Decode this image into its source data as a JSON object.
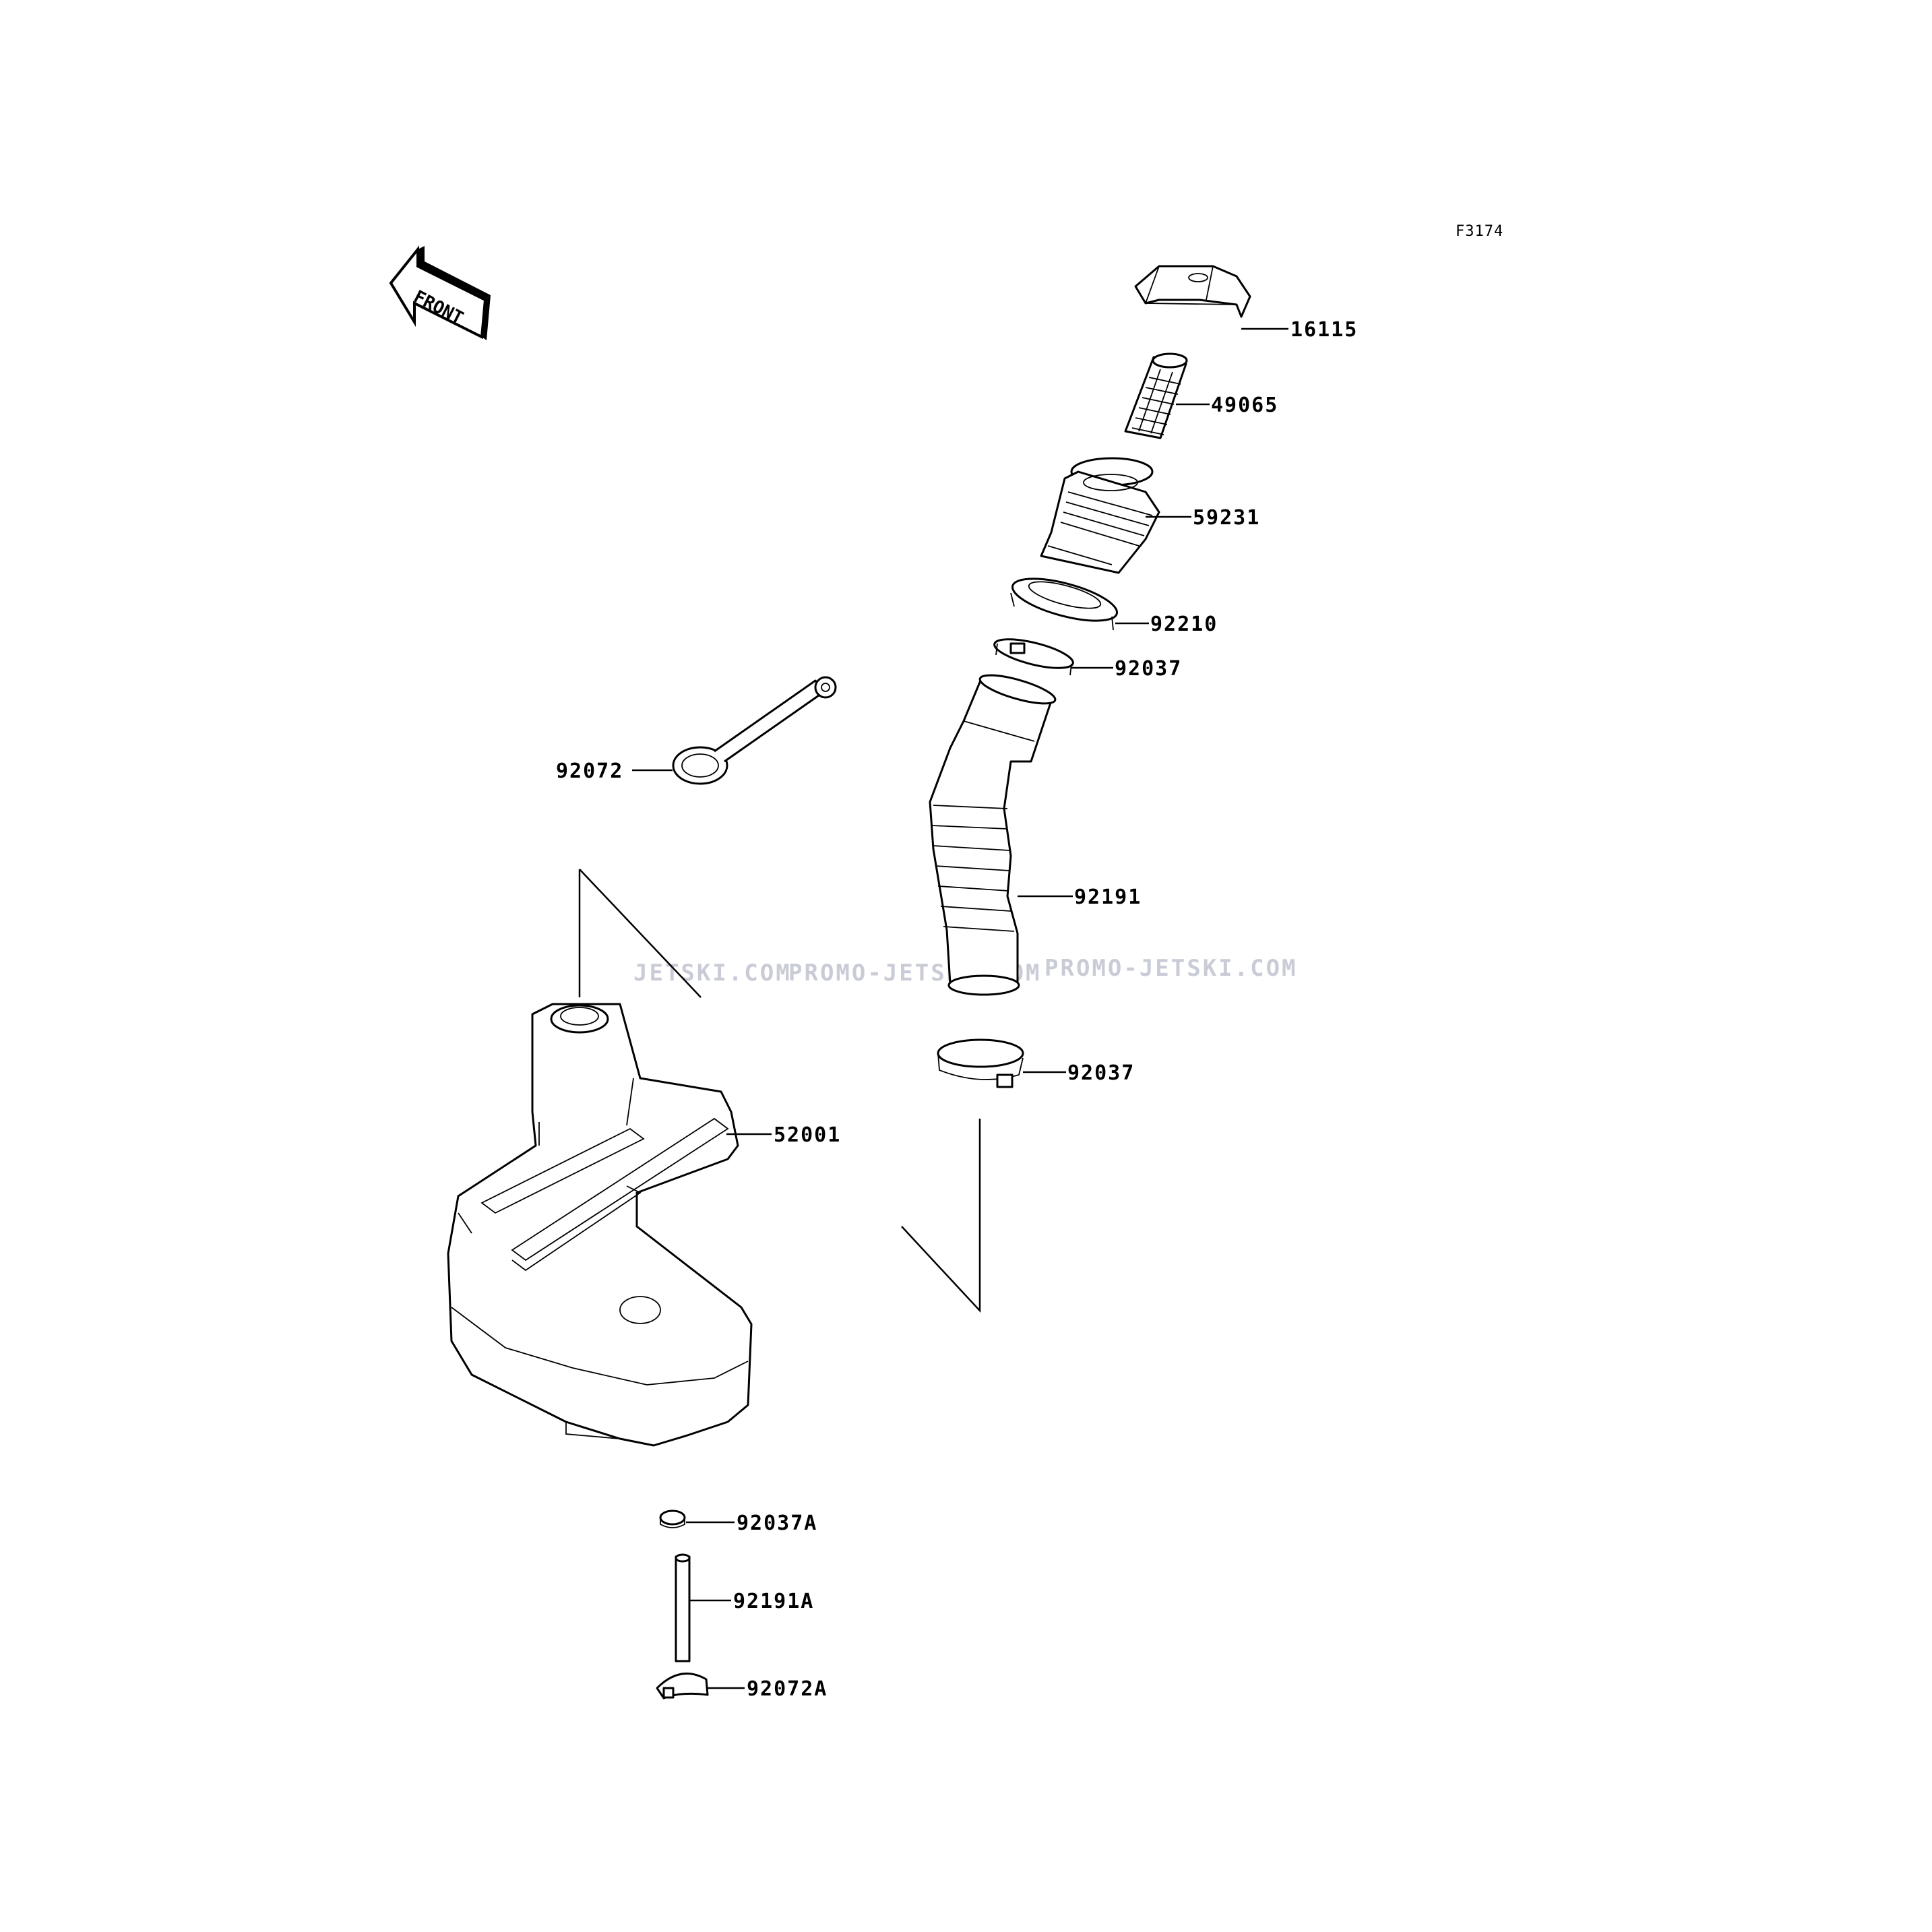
{
  "figure_code": "F3174",
  "front_marker": "FRONT",
  "watermarks": [
    "JETSKI.COM",
    "PROMO-JETSKI.COM",
    "PROMO-JETSKI.COM"
  ],
  "colors": {
    "line": "#000000",
    "background": "#ffffff",
    "watermark": "#c9ccd6"
  },
  "parts": [
    {
      "id": "16115",
      "label": "16115",
      "description_icon": "fuel-cap-icon"
    },
    {
      "id": "49065",
      "label": "49065",
      "description_icon": "mesh-filter-icon"
    },
    {
      "id": "59231",
      "label": "59231",
      "description_icon": "filler-neck-icon"
    },
    {
      "id": "92210",
      "label": "92210",
      "description_icon": "nut-ring-icon"
    },
    {
      "id": "92037_top",
      "label": "92037",
      "description_icon": "hose-clamp-icon"
    },
    {
      "id": "92072",
      "label": "92072",
      "description_icon": "cap-strap-icon"
    },
    {
      "id": "92191",
      "label": "92191",
      "description_icon": "filler-hose-icon"
    },
    {
      "id": "92037_bottom",
      "label": "92037",
      "description_icon": "hose-clamp-icon"
    },
    {
      "id": "52001",
      "label": "52001",
      "description_icon": "tank-icon"
    },
    {
      "id": "92037A",
      "label": "92037A",
      "description_icon": "small-clamp-icon"
    },
    {
      "id": "92191A",
      "label": "92191A",
      "description_icon": "vent-tube-icon"
    },
    {
      "id": "92072A",
      "label": "92072A",
      "description_icon": "band-clip-icon"
    }
  ]
}
